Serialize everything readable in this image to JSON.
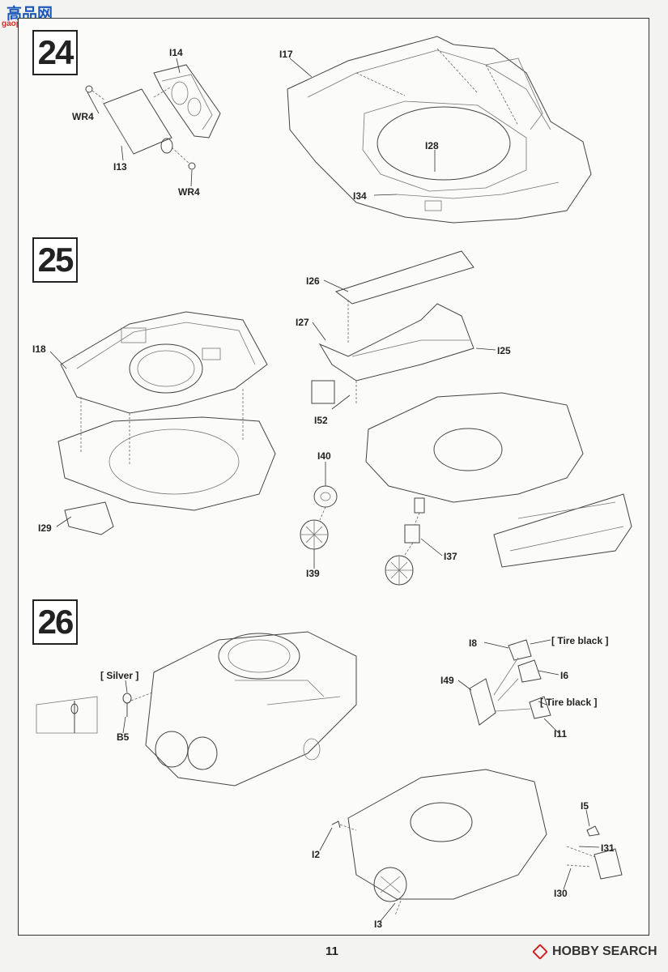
{
  "branding": {
    "site_logo_main": "高品网",
    "site_logo_sub": "gaopin.com",
    "footer_logo": "HOBBY SEARCH"
  },
  "page_number": "11",
  "steps": [
    {
      "number": "24",
      "labels": [
        "I14",
        "WR4",
        "I13",
        "WR4",
        "I17",
        "I28",
        "I34"
      ]
    },
    {
      "number": "25",
      "labels": [
        "I26",
        "I27",
        "I25",
        "I18",
        "I52",
        "I40",
        "I29",
        "I37",
        "I39"
      ]
    },
    {
      "number": "26",
      "labels": [
        "[ Silver ]",
        "B5",
        "I8",
        "[ Tire black ]",
        "I6",
        "I49",
        "[ Tire black ]",
        "I11",
        "I5",
        "I31",
        "I2",
        "I30",
        "I3"
      ]
    }
  ]
}
